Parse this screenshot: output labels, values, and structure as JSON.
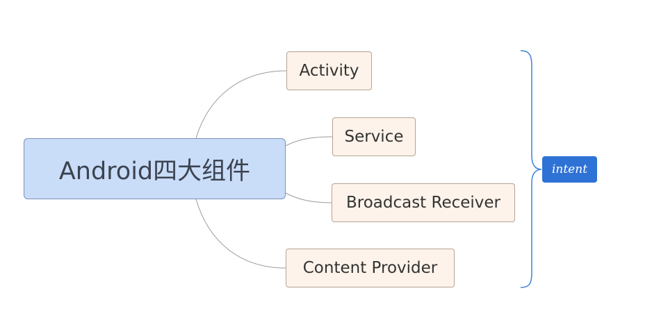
{
  "central_topic": {
    "label": "Android四大组件"
  },
  "subtopics": [
    {
      "label": "Activity"
    },
    {
      "label": "Service"
    },
    {
      "label": "Broadcast Receiver"
    },
    {
      "label": "Content Provider"
    }
  ],
  "summary": {
    "label": "intent"
  },
  "colors": {
    "central_fill": "#c9dcf8",
    "central_border": "#7b92b6",
    "subtopic_fill": "#fdf3ea",
    "subtopic_border": "#b4a394",
    "connector": "#9a9a9a",
    "brace": "#3b7fd6",
    "summary_fill": "#2f72d6"
  }
}
